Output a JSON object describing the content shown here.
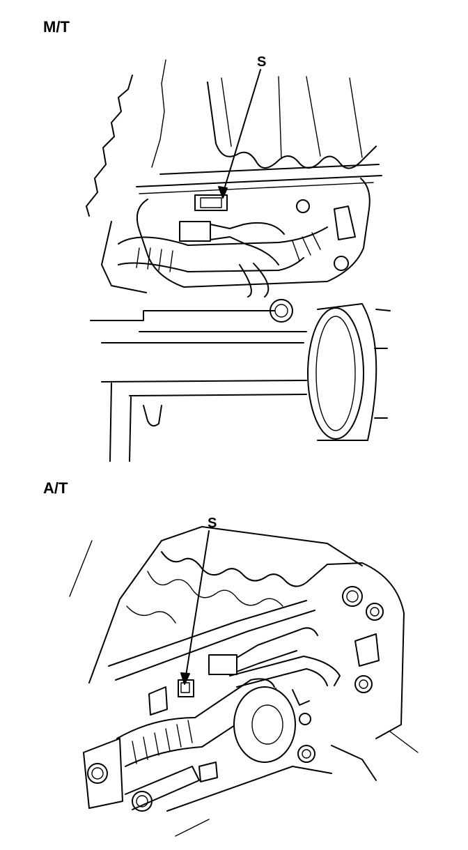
{
  "panels": [
    {
      "label": "M/T",
      "callout": "S"
    },
    {
      "label": "A/T",
      "callout": "S"
    }
  ],
  "colors": {
    "ink": "#000000",
    "paper": "#ffffff"
  }
}
